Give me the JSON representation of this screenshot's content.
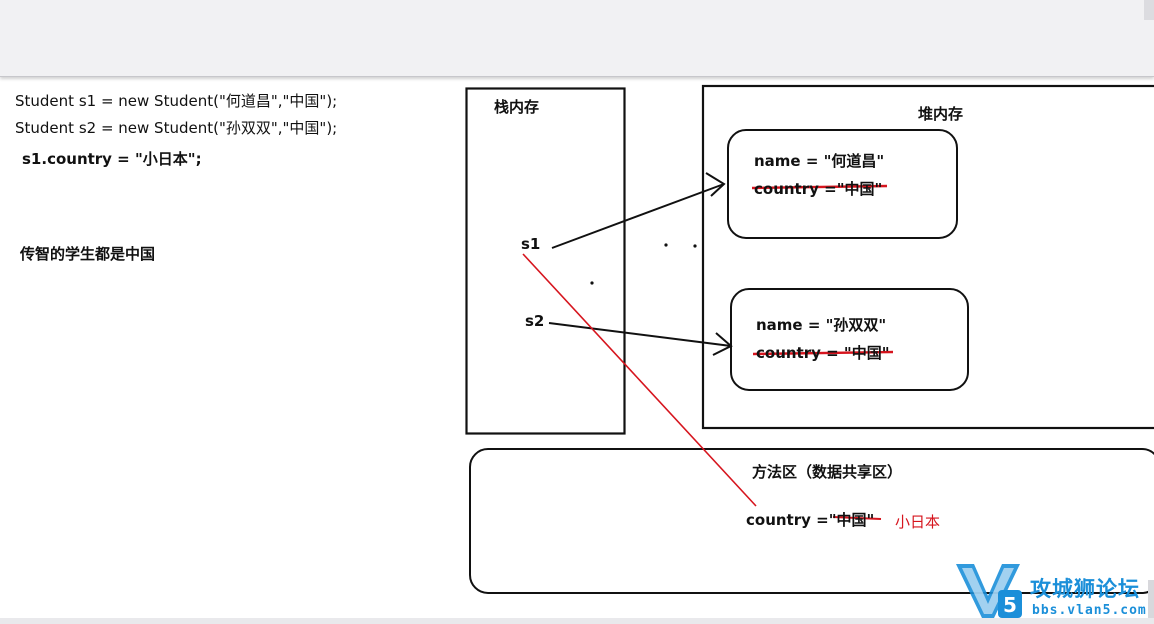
{
  "code_lines": {
    "line1": "Student s1 = new Student(\"何道昌\",\"中国\");",
    "line2": "Student s2 = new Student(\"孙双双\",\"中国\");",
    "line3": "s1.country = \"小日本\";",
    "note": "传智的学生都是中国"
  },
  "stack": {
    "title": "栈内存",
    "s1_label": "s1",
    "s2_label": "s2"
  },
  "heap": {
    "title": "堆内存",
    "object1": {
      "name_line": "name = \"何道昌\"",
      "country_line": "country =\"中国\""
    },
    "object2": {
      "name_line": "name = \"孙双双\"",
      "country_line": "country  = \"中国\""
    }
  },
  "method_area": {
    "title": "方法区（数据共享区）",
    "country_line": "country =\"中国\"",
    "new_value": "小日本"
  },
  "watermark": {
    "title": "攻城狮论坛",
    "url": "bbs.vlan5.com",
    "badge_text": "V5"
  },
  "colors": {
    "ink": "#111111",
    "strike_red": "#d6151e",
    "watermark_blue": "#1b8fd9"
  }
}
